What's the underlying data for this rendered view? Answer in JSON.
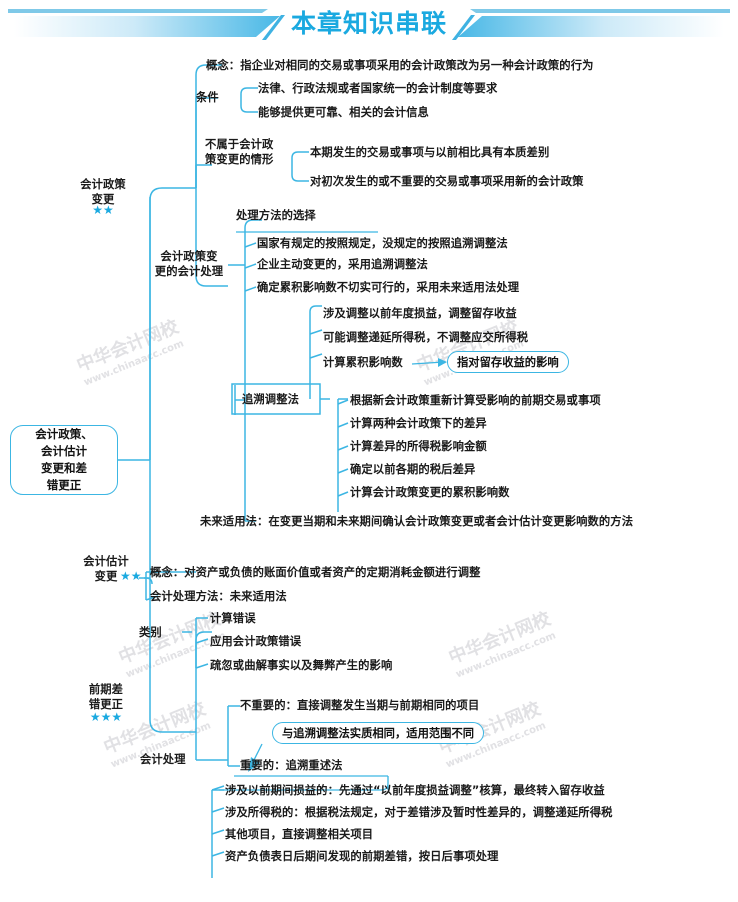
{
  "header": {
    "title": "本章知识串联",
    "accent_color": "#1aa9e0",
    "banner_gradient_from": "#ffffff",
    "banner_gradient_to": "#39b4e4"
  },
  "watermark": {
    "big": "中华会计网校",
    "small": "www.chinaacc.com",
    "color": "#c9c9cf"
  },
  "root": {
    "label": "会计政策、\n会计估计\n变更和差\n错更正"
  },
  "branches": {
    "policy_change": {
      "label": "会计政策\n变更",
      "stars": "★★",
      "concept_label": "概念：指企业对相同的交易或事项采用的会计政策改为另一种会计政策的行为",
      "conditions_label": "条件",
      "conditions": [
        "法律、行政法规或者国家统一的会计制度等要求",
        "能够提供更可靠、相关的会计信息"
      ],
      "not_change_label": "不属于会计政\n策变更的情形",
      "not_change_items": [
        "本期发生的交易或事项与以前相比具有本质差别",
        "对初次发生的或不重要的交易或事项采用新的会计政策"
      ]
    },
    "policy_accounting": {
      "label": "会计政策变\n更的会计处理",
      "method_choice_label": "处理方法的选择",
      "method_choice_items": [
        "国家有规定的按照规定，没规定的按照追溯调整法",
        "企业主动变更的，采用追溯调整法",
        "确定累积影响数不切实可行的，采用未来适用法处理"
      ],
      "retro_label": "追溯调整法",
      "retro_top_items": [
        "涉及调整以前年度损益，调整留存收益",
        "可能调整递延所得税，不调整应交所得税",
        "计算累积影响数"
      ],
      "retro_callout": "指对留存收益的影响",
      "retro_steps": [
        "根据新会计政策重新计算受影响的前期交易或事项",
        "计算两种会计政策下的差异",
        "计算差异的所得税影响金额",
        "确定以前各期的税后差异",
        "计算会计政策变更的累积影响数"
      ],
      "prospective_label": "未来适用法：在变更当期和未来期间确认会计政策变更或者会计估计变更影响数的方法"
    },
    "estimate_change": {
      "label": "会计估计\n变更",
      "stars": "★★",
      "items": [
        "概念：对资产或负债的账面价值或者资产的定期消耗金额进行调整",
        "会计处理方法：未来适用法"
      ]
    },
    "prior_error": {
      "label": "前期差\n错更正",
      "stars": "★★★",
      "category_label": "类别",
      "category_items": [
        "计算错误",
        "应用会计政策错误",
        "疏忽或曲解事实以及舞弊产生的影响"
      ],
      "accounting_label": "会计处理",
      "immaterial_label": "不重要的：直接调整发生当期与前期相同的项目",
      "callout": "与追溯调整法实质相同，适用范围不同",
      "material_label": "重要的：追溯重述法",
      "material_items": [
        "涉及以前期间损益的：先通过“以前年度损益调整”核算，最终转入留存收益",
        "涉及所得税的：根据税法规定，对于差错涉及暂时性差异的，调整递延所得税",
        "其他项目，直接调整相关项目",
        "资产负债表日后期间发现的前期差错，按日后事项处理"
      ]
    }
  }
}
